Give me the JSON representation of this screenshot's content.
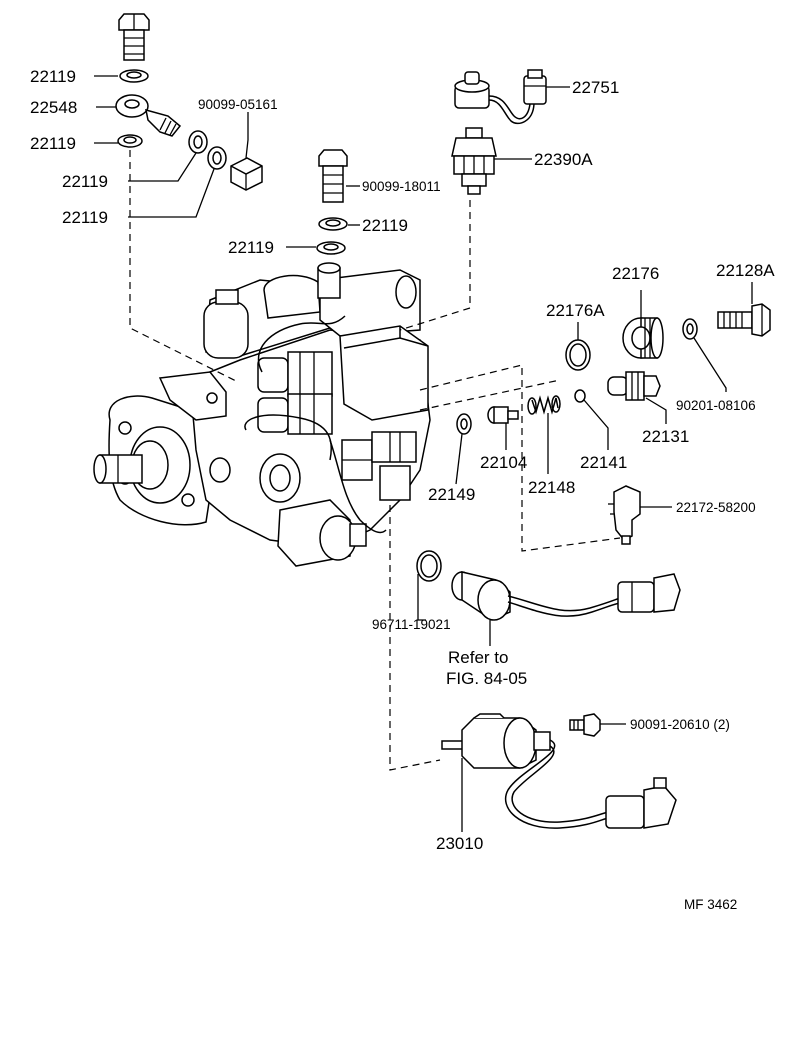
{
  "labels": {
    "p22119_a": "22119",
    "p22548": "22548",
    "p22119_b": "22119",
    "p22119_c": "22119",
    "p22119_d": "22119",
    "p90099_05161": "90099-05161",
    "p22751": "22751",
    "p22390a": "22390A",
    "p90099_18011": "90099-18011",
    "p22119_e": "22119",
    "p22119_f": "22119",
    "p22176": "22176",
    "p22128a": "22128A",
    "p22176a": "22176A",
    "p90201_08106": "90201-08106",
    "p22131": "22131",
    "p22104": "22104",
    "p22141": "22141",
    "p22149": "22149",
    "p22148": "22148",
    "p22172_58200": "22172-58200",
    "p96711_19021": "96711-19021",
    "refer_line1": "Refer to",
    "refer_line2": "FIG. 84-05",
    "p90091_20610": "90091-20610 (2)",
    "p23010": "23010",
    "figure_code": "MF  3462"
  }
}
